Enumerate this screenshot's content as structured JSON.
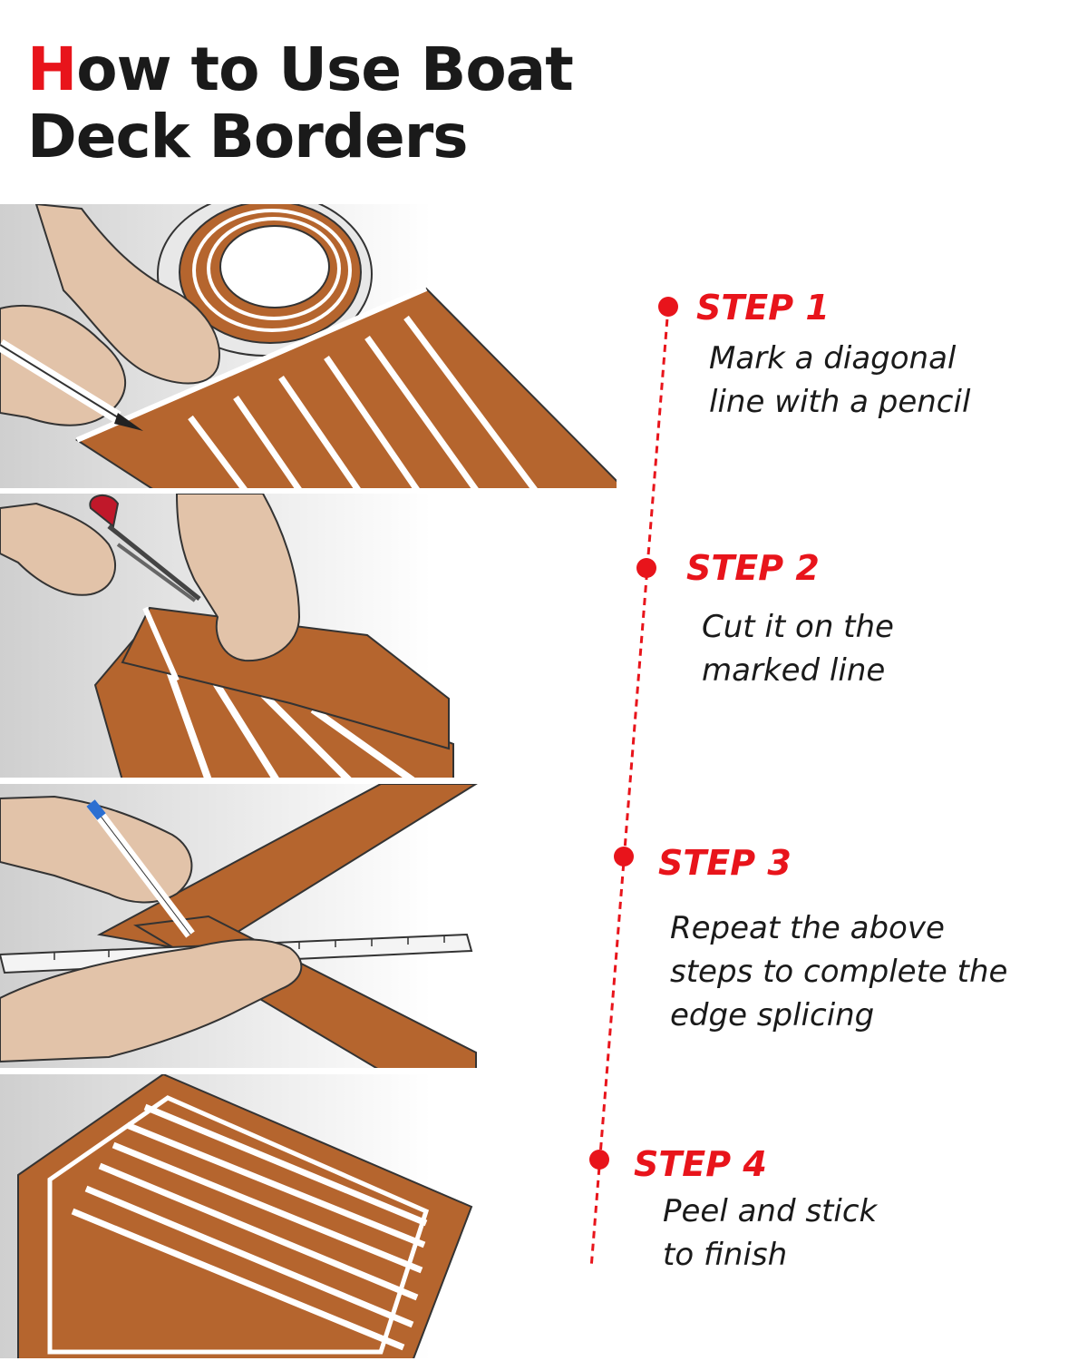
{
  "title": {
    "first_letter": "H",
    "rest_line1": "ow to Use Boat",
    "line2": "Deck Borders"
  },
  "steps": [
    {
      "heading": "STEP 1",
      "line1": "Mark a diagonal",
      "line2": "line with a pencil",
      "line3": ""
    },
    {
      "heading": "STEP 2",
      "line1": "Cut it on the",
      "line2": "marked line",
      "line3": ""
    },
    {
      "heading": "STEP 3",
      "line1": "Repeat the above",
      "line2": "steps to complete the",
      "line3": "edge splicing"
    },
    {
      "heading": "STEP 4",
      "line1": "Peel and stick",
      "line2": "to finish",
      "line3": ""
    }
  ],
  "colors": {
    "accent": "#e8141b",
    "teak": "#b5652e",
    "skin": "#e2c3a9",
    "text": "#1a1a1a"
  },
  "icons": [
    "pencil-icon",
    "scissors-icon",
    "ruler-icon",
    "timeline-dot-icon"
  ]
}
